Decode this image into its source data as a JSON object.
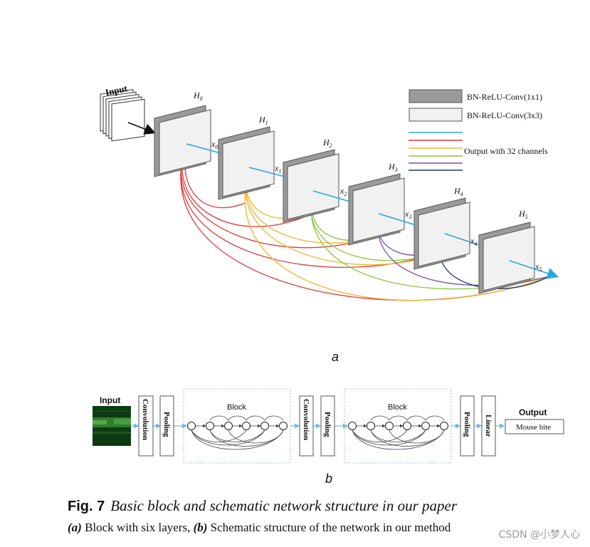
{
  "panel_a": {
    "input_label": "Input",
    "blocks": [
      {
        "h": "H",
        "hs": "0",
        "x": "x",
        "xs": "0"
      },
      {
        "h": "H",
        "hs": "1",
        "x": "x",
        "xs": "1"
      },
      {
        "h": "H",
        "hs": "2",
        "x": "x",
        "xs": "2"
      },
      {
        "h": "H",
        "hs": "3",
        "x": "x",
        "xs": "3"
      },
      {
        "h": "H",
        "hs": "4",
        "x": "x",
        "xs": "4"
      },
      {
        "h": "H",
        "hs": "5",
        "x": "x",
        "xs": "5"
      }
    ],
    "legend": {
      "dark_label": "BN-ReLU-Conv(1x1)",
      "light_label": "BN-ReLU-Conv(3x3)",
      "lines_label": "Output with 32 channels",
      "line_colors": [
        "#27a7df",
        "#e03a3a",
        "#f2b62e",
        "#8cc63f",
        "#7a4fa6",
        "#1f3a7a"
      ]
    },
    "panel_label": "a"
  },
  "panel_b": {
    "input_label": "Input",
    "layers": [
      "Convolution",
      "Pooling",
      "Convolution",
      "Pooling",
      "Pooling",
      "Linear"
    ],
    "block_label": "Block",
    "output_label": "Output",
    "output_value": "Mouse bite",
    "panel_label": "b"
  },
  "caption": {
    "fig_number": "Fig. 7",
    "title": "Basic block and schematic network structure in our paper",
    "a_tag": "(a)",
    "a_text": "Block with six layers,",
    "b_tag": "(b)",
    "b_text": "Schematic structure of the network in our method"
  },
  "watermark": "CSDN @小梦人心"
}
